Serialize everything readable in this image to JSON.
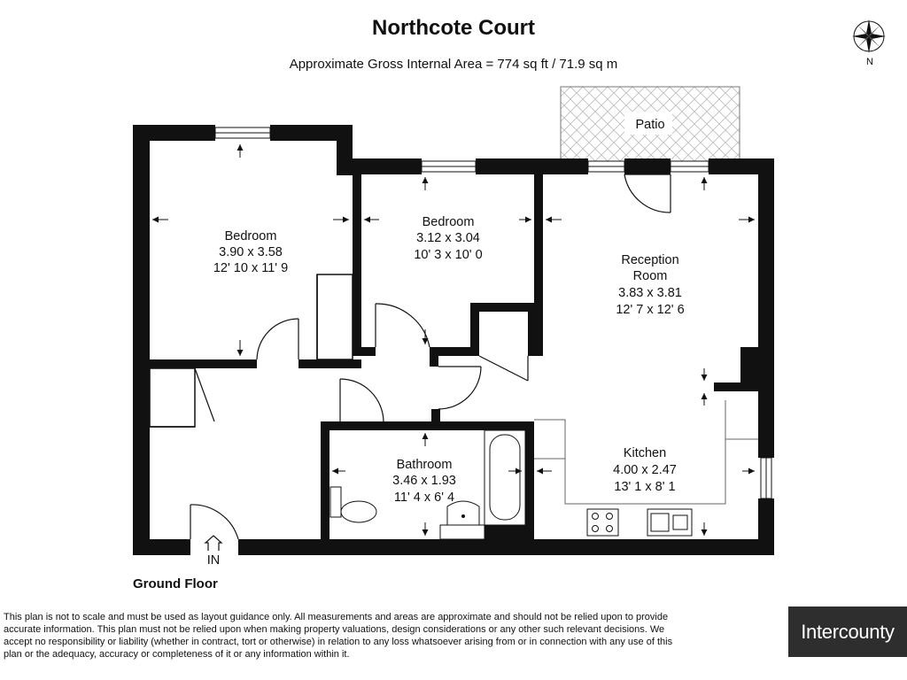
{
  "header": {
    "title": "Northcote Court",
    "area": "Approximate Gross Internal Area = 774 sq ft / 71.9 sq m"
  },
  "compass": {
    "north_label": "N",
    "icon": "compass-rose-icon"
  },
  "rooms": {
    "bedroom1": {
      "name": "Bedroom",
      "metric": "3.90 x 3.58",
      "imperial": "12' 10 x 11' 9"
    },
    "bedroom2": {
      "name": "Bedroom",
      "metric": "3.12 x 3.04",
      "imperial": "10' 3 x 10' 0"
    },
    "reception": {
      "name_line1": "Reception",
      "name_line2": "Room",
      "metric": "3.83 x 3.81",
      "imperial": "12' 7 x 12' 6"
    },
    "kitchen": {
      "name": "Kitchen",
      "metric": "4.00 x 2.47",
      "imperial": "13' 1 x 8' 1"
    },
    "bathroom": {
      "name": "Bathroom",
      "metric": "3.46 x 1.93",
      "imperial": "11' 4 x 6' 4"
    },
    "patio": {
      "name": "Patio"
    }
  },
  "entrance": {
    "label": "IN"
  },
  "floor": {
    "label": "Ground Floor"
  },
  "footer": {
    "disclaimer": "This plan is not to scale and must be used as layout guidance only. All measurements and areas are approximate and should not be relied upon to provide accurate information. This plan must not be relied upon when making property valuations, design considerations or any other such relevant decisions. We accept no responsibility or liability (whether in contract, tort or otherwise) in relation to any loss whatsoever arising from or in connection with any use of this plan or the adequacy, accuracy or completeness of it or any information within it.",
    "logo_text": "Intercounty",
    "logo_bg": "#2f2e2e"
  }
}
